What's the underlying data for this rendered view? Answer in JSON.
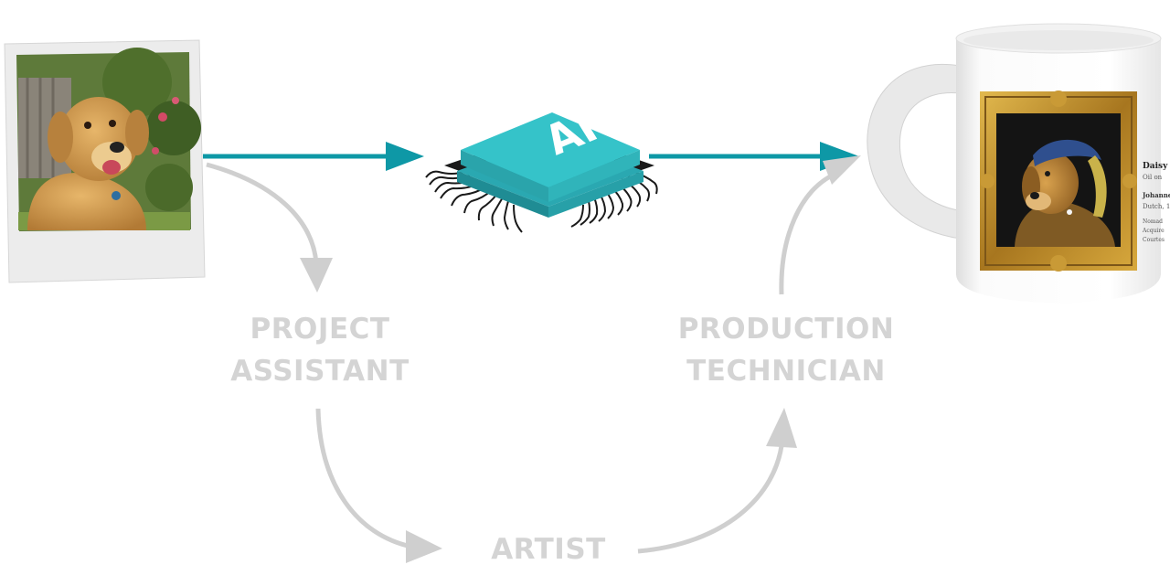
{
  "chip": {
    "label": "AI"
  },
  "roles": {
    "project_assistant": {
      "line1": "PROJECT",
      "line2": "ASSISTANT"
    },
    "production_technician": {
      "line1": "PRODUCTION",
      "line2": "TECHNICIAN"
    },
    "artist": {
      "label": "ARTIST"
    }
  },
  "mug": {
    "caption_title": "Daisy",
    "caption_lines": [
      "Oil on",
      "Johannes",
      "Dutch, 1",
      "Nomad",
      "Acquire",
      "Courtes"
    ]
  },
  "colors": {
    "teal_arrow": "#0e98a6",
    "chip_teal": "#35c3c9",
    "gray_arrow": "#cfcfcf",
    "gray_text": "#d4d4d4",
    "frame_gold": "#b98a2c"
  }
}
